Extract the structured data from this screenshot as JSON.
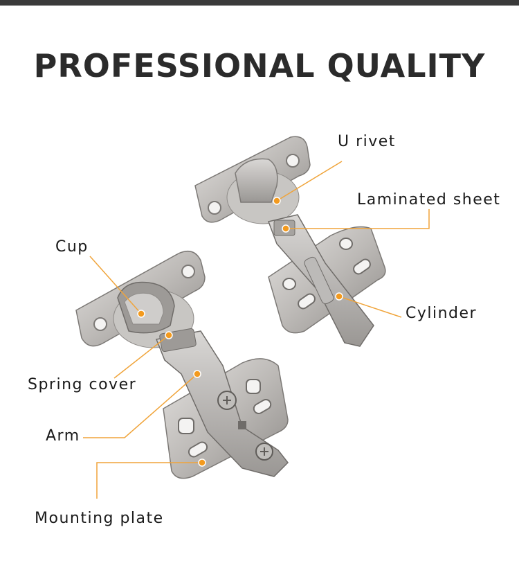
{
  "header": {
    "title": "PROFESSIONAL QUALITY"
  },
  "labels": {
    "u_rivet": "U rivet",
    "laminated_sheet": "Laminated sheet",
    "cylinder": "Cylinder",
    "cup": "Cup",
    "spring_cover": "Spring cover",
    "arm": "Arm",
    "mounting_plate": "Mounting plate"
  },
  "colors": {
    "accent_dot": "#f39a1e",
    "leader_line": "#f0a43a",
    "metal_light": "#d6d4d2",
    "metal_mid": "#b3b0ad",
    "metal_dark": "#7c7976",
    "title_text": "#2b2b2b",
    "top_bar": "#3a3a3a"
  }
}
